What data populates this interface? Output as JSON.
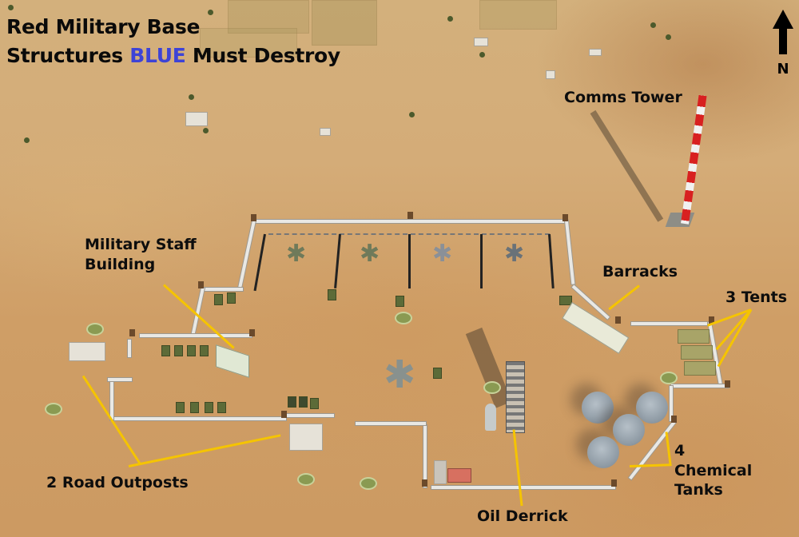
{
  "map": {
    "title_line1": "Red Military Base",
    "title_line2_prefix": "Structures",
    "title_line2_highlight": "BLUE",
    "title_line2_suffix": "Must Destroy",
    "highlight_color": "#3d43d6",
    "compass": {
      "label": "N",
      "icon": "north-arrow-icon"
    },
    "leader_color": "#f5c400",
    "labels": {
      "comms_tower": "Comms Tower",
      "military_staff_building_line1": "Military Staff",
      "military_staff_building_line2": "Building",
      "barracks": "Barracks",
      "tents": "3 Tents",
      "chemical_tanks_line1": "4",
      "chemical_tanks_line2": "Chemical",
      "chemical_tanks_line3": "Tanks",
      "oil_derrick": "Oil Derrick",
      "road_outposts": "2 Road Outposts"
    }
  }
}
